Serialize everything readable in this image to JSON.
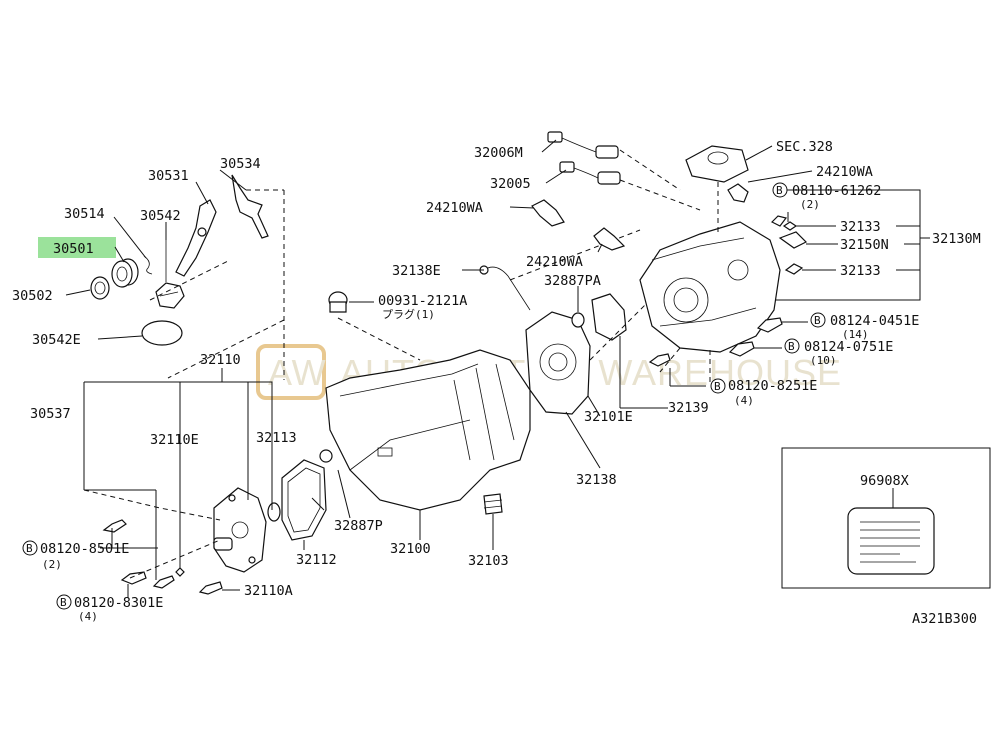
{
  "watermark": {
    "badge": "AW",
    "text": "AUTOMOTIVE WAREHOUSE"
  },
  "highlight_color": "#9be29b",
  "parts": {
    "p30534": "30534",
    "p30531": "30531",
    "p30514": "30514",
    "p30542": "30542",
    "p30501": "30501",
    "p30502": "30502",
    "p30542E": "30542E",
    "p32110": "32110",
    "p30537": "30537",
    "p32110E": "32110E",
    "p32113": "32113",
    "p08120_8501E": "08120-8501E",
    "q2": "(2)",
    "p08120_8301E": "08120-8301E",
    "q4": "(4)",
    "p32110A": "32110A",
    "p32112": "32112",
    "p32887P": "32887P",
    "p32100": "32100",
    "p32103": "32103",
    "p32138": "32138",
    "p32101E": "32101E",
    "p32139": "32139",
    "p08120_8251E": "08120-8251E",
    "q4b": "(4)",
    "p00931_2121A": "00931-2121A",
    "plug_jp": "プラグ(1)",
    "p32138E": "32138E",
    "p32887PA": "32887PA",
    "p24210WA_a": "24210WA",
    "p24210WA_b": "24210WA",
    "p24210WA_c": "24210WA",
    "p32006M": "32006M",
    "p32005": "32005",
    "sec328": "SEC.328",
    "p08110_61262": "08110-61262",
    "q2b": "(2)",
    "p32133_a": "32133",
    "p32150N": "32150N",
    "p32133_b": "32133",
    "p32130M": "32130M",
    "p08124_0451E": "08124-0451E",
    "q14": "(14)",
    "p08124_0751E": "08124-0751E",
    "q10": "(10)",
    "p96908X": "96908X",
    "diagram_id": "A321B300"
  },
  "bolt_symbol": "B"
}
